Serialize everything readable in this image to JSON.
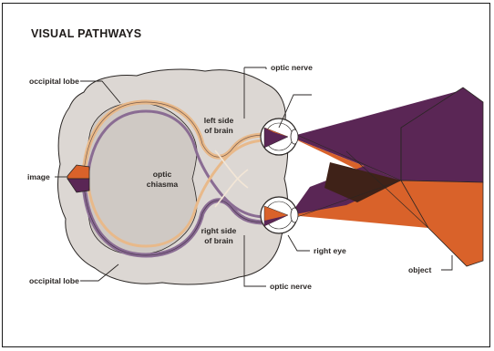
{
  "title": "VISUAL PATHWAYS",
  "labels": {
    "occipital_lobe_top": "occipital lobe",
    "occipital_lobe_bottom": "occipital lobe",
    "image": "image",
    "optic_chiasma_line1": "optic",
    "optic_chiasma_line2": "chiasma",
    "left_side_line1": "left side",
    "left_side_line2": "of brain",
    "right_side_line1": "right side",
    "right_side_line2": "of brain",
    "optic_nerve_top": "optic nerve",
    "optic_nerve_bottom": "optic nerve",
    "right_eye": "right eye",
    "object": "object"
  },
  "colors": {
    "brain_fill": "#dcd7d3",
    "purple": "#5a2655",
    "orange": "#d9622a",
    "dark_overlap": "#3f2218",
    "pathway_tan": "#e8b98a",
    "pathway_violet": "#8a6c93",
    "ink": "#2a2624"
  }
}
